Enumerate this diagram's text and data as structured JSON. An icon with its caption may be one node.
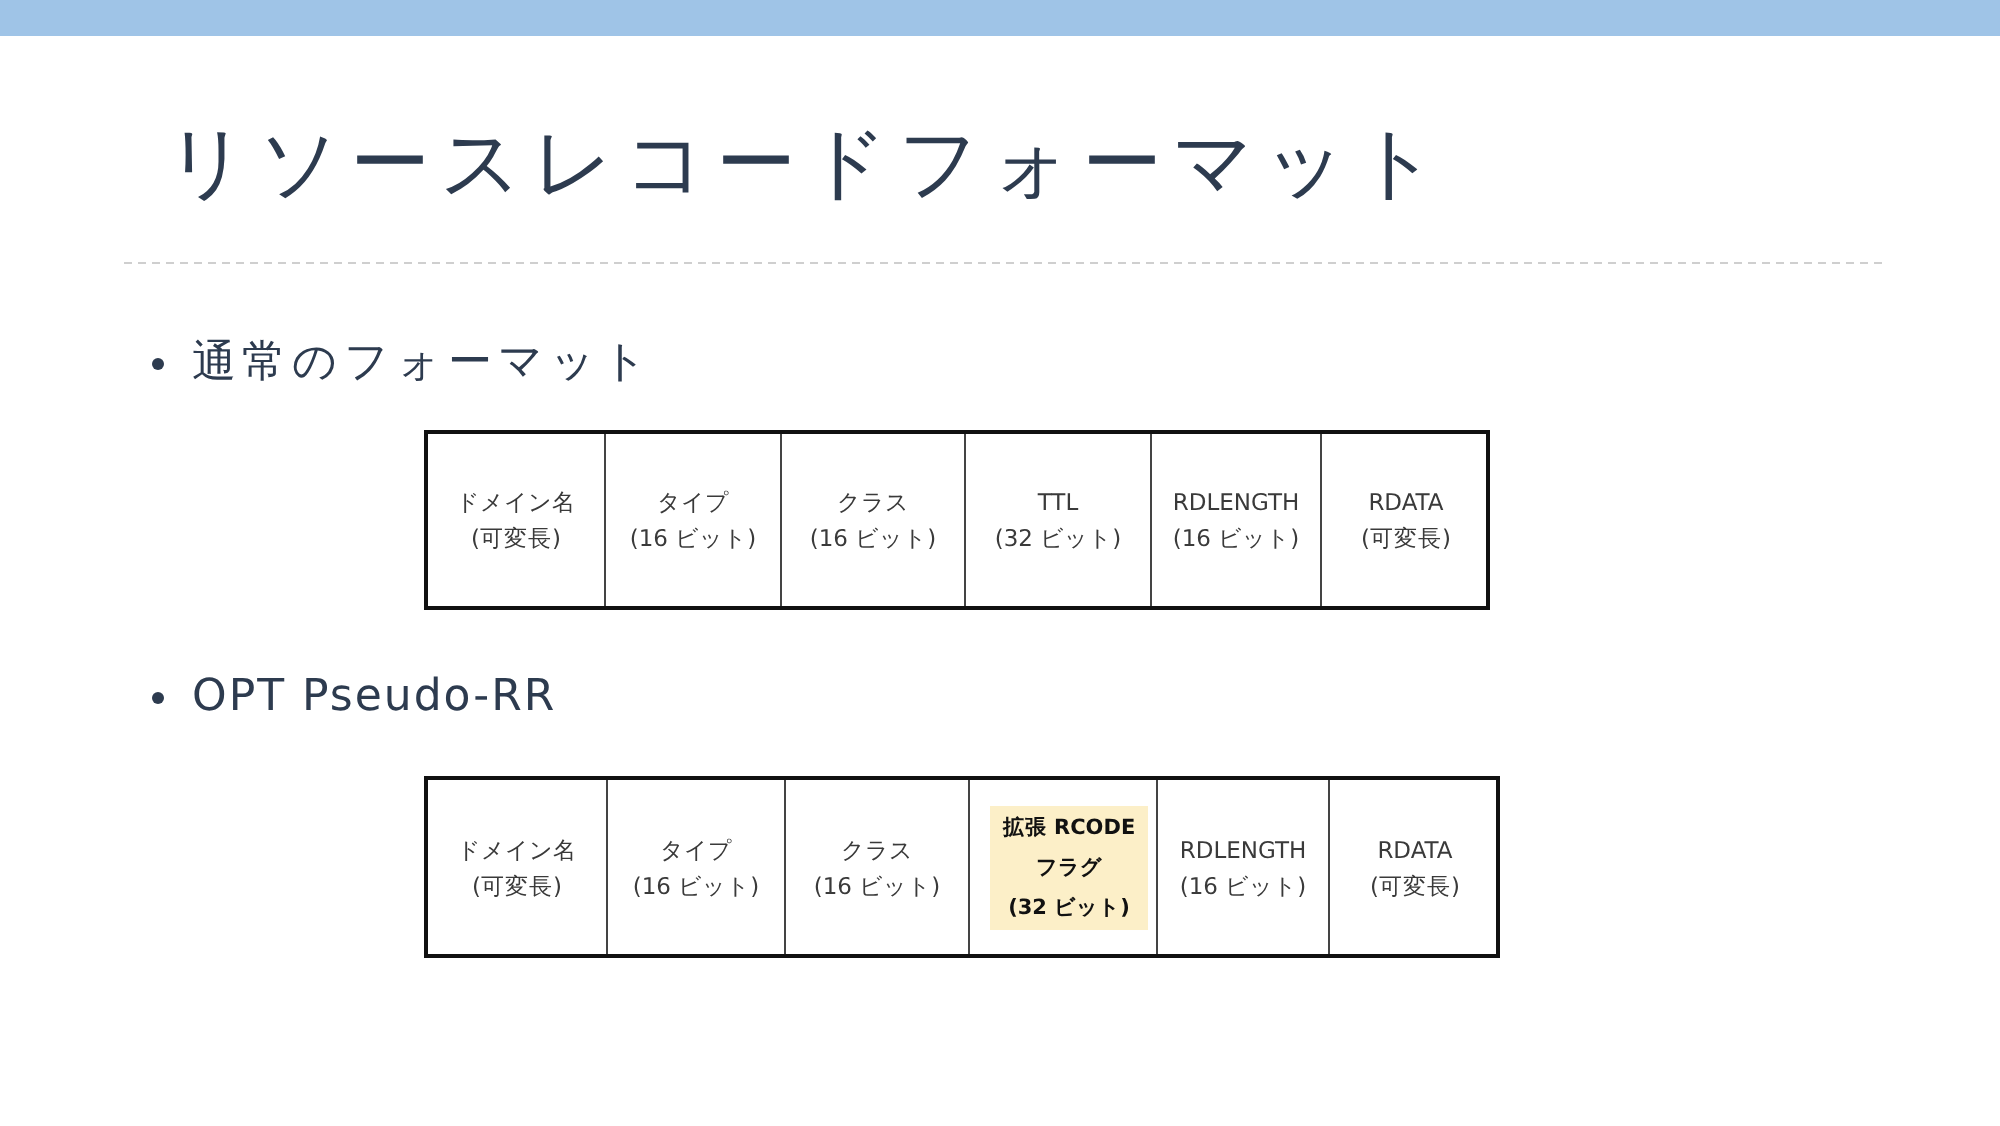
{
  "diagram": {
    "title": "リソースレコードフォーマット",
    "nodes": [
      {
        "text": [
          "ドメイン名",
          "(可変長)"
        ]
      },
      {
        "text": [
          "タイプ",
          "(16 ビット)"
        ]
      },
      {
        "text": [
          "クラス",
          "(16 ビット)"
        ]
      },
      {
        "text": [
          "TTL",
          "(32 ビット)"
        ]
      },
      {
        "text": [
          "RDLENGTH",
          "(16 ビット)"
        ]
      },
      {
        "text": [
          "RDATA",
          "(可変長)"
        ]
      },
      {
        "text": [
          "ドメイン名",
          "(可変長)"
        ]
      },
      {
        "text": [
          "タイプ",
          "(16 ビット)"
        ]
      },
      {
        "text": [
          "クラス",
          "(16 ビット)"
        ]
      },
      {
        "text": [
          "拡張 RCODE フラグ",
          "(32 ビット)"
        ]
      },
      {
        "text": [
          "RDLENGTH",
          "(16 ビット)"
        ]
      },
      {
        "text": [
          "RDATA",
          "(可変長)"
        ]
      }
    ],
    "labels": [
      "通常のフォーマット",
      "OPT Pseudo-RR"
    ]
  }
}
